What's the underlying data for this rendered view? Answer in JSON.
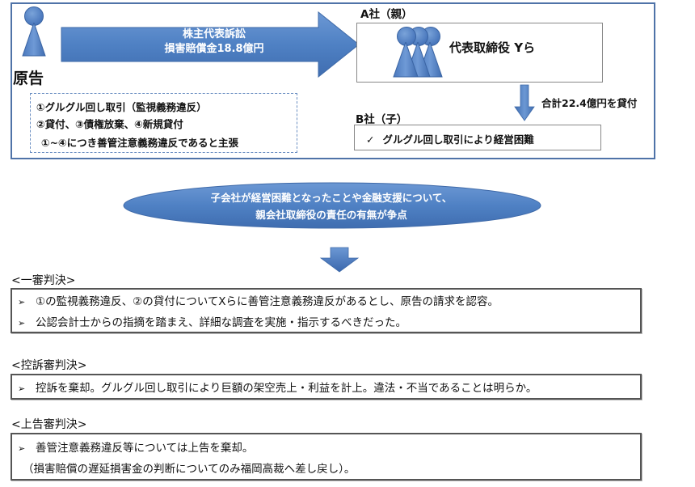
{
  "plaintiff": {
    "label": "原告"
  },
  "lawsuit_arrow": {
    "line1": "株主代表訴訟",
    "line2": "損害賠償金18.8億円"
  },
  "claims": {
    "line1": "①グルグル回し取引（監視義務違反）",
    "line2": "②貸付、③債権放棄、④新規貸付",
    "line3": "①~④につき善管注意義務違反であると主張"
  },
  "company_a": {
    "label": "A社（親）",
    "directors": "代表取締役 Yら"
  },
  "loan": {
    "label": "合計22.4億円を貸付"
  },
  "company_b": {
    "label": "B社（子）",
    "check": "✓",
    "status": "グルグル回し取引により経営困難"
  },
  "issue": {
    "line1": "子会社が経営困難となったことや金融支援について、",
    "line2": "親会社取締役の責任の有無が争点"
  },
  "judgements": [
    {
      "title": "<一審判決>",
      "items": [
        "①の監視義務違反、②の貸付についてXらに善管注意義務違反があるとし、原告の請求を認容。",
        "公認会計士からの指摘を踏まえ、詳細な調査を実施・指示するべきだった。"
      ]
    },
    {
      "title": "<控訴審判決>",
      "items": [
        "控訴を棄却。グルグル回し取引により巨額の架空売上・利益を計上。違法・不当であることは明らか。"
      ]
    },
    {
      "title": "<上告審判決>",
      "items": [
        "善管注意義務違反等については上告を棄却。"
      ],
      "note": "（損害賠償の遅延損害金の判断についてのみ福岡高裁へ差し戻し）。"
    }
  ],
  "bullet_symbol": "➢",
  "colors": {
    "accent_blue": "#4f81bd",
    "frame_border": "#4f73a8",
    "box_border": "#555555"
  }
}
